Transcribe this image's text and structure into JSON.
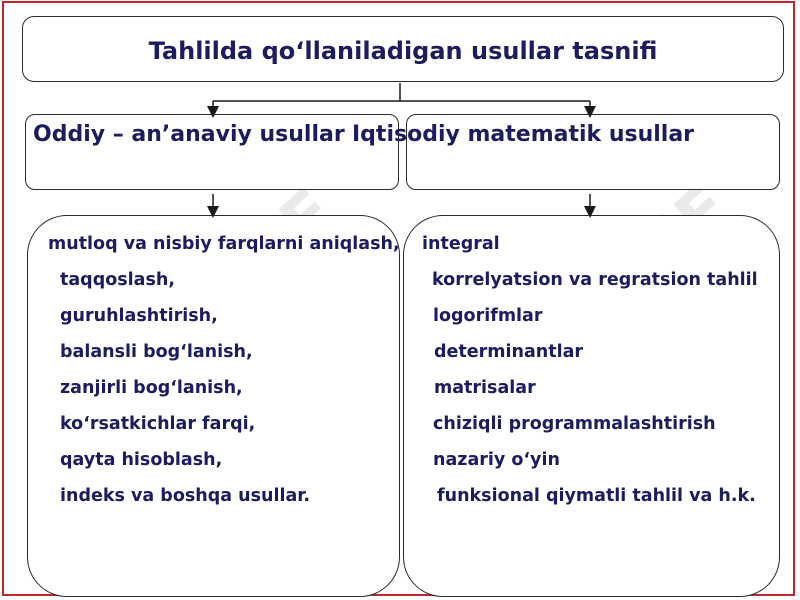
{
  "title": "Tahlilda qo‘llaniladigan usullar tasnifi",
  "left_header": "Oddiy – an’anaviy usullar",
  "right_header": "Iqtisodiy matematik usullar",
  "left_items": [
    "mutloq va nisbiy farqlarni aniqlash,",
    "taqqoslash,",
    "guruhlashtirish,",
    "balansli bog‘lanish,",
    "zanjirli bog‘lanish,",
    "ko‘rsatkichlar farqi,",
    "qayta hisoblash,",
    "indeks va boshqa usullar."
  ],
  "right_items": [
    "integral",
    "korrelyatsion va regratsion tahlil",
    "logorifmlar",
    "determinantlar",
    "matrisalar",
    "chiziqli programmalashtirish",
    "nazariy o‘yin",
    "funksional qiymatli tahlil va h.k."
  ],
  "watermark": "SOFF",
  "colors": {
    "text": "#1c1c5e",
    "frame": "#c0272d",
    "line": "#2b2b2b"
  }
}
